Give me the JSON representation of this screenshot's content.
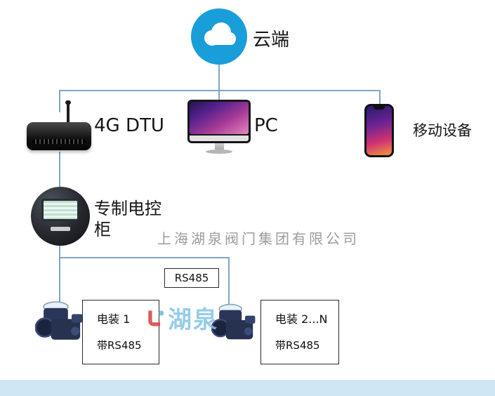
{
  "diagram": {
    "cloud": {
      "label": "云端"
    },
    "devices": {
      "dtu": {
        "label": "4G DTU"
      },
      "pc": {
        "label": "PC"
      },
      "mobile": {
        "label": "移动设备"
      }
    },
    "cabinet": {
      "label": "专制电控柜"
    },
    "bus": {
      "label": "RS485"
    },
    "actuators": [
      {
        "title": "电装 1",
        "subtitle": "带RS485"
      },
      {
        "title": "电装 2...N",
        "subtitle": "带RS485"
      }
    ],
    "watermark": {
      "company": "上海湖泉阀门集团有限公司",
      "logo_text": "湖泉"
    },
    "colors": {
      "cloud_blue": "#1a9ed9",
      "connector": "#7fa6c9",
      "footer_bar": "#cfe7f4",
      "logo_red": "#d94040",
      "logo_blue": "#85c4e6"
    }
  }
}
